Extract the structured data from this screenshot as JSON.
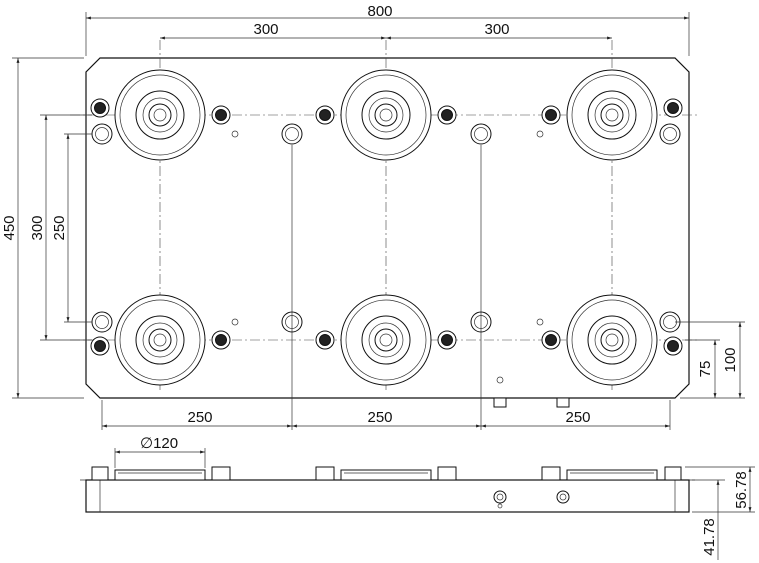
{
  "dimensions": {
    "overall_width": "800",
    "spacing_left": "300",
    "spacing_right": "300",
    "overall_height": "450",
    "row_pitch": "300",
    "pin_pitch": "250",
    "bottom_left": "250",
    "bottom_mid": "250",
    "bottom_right": "250",
    "offset_small": "75",
    "offset_large": "100",
    "diameter": "120",
    "diameter_symbol": "∅",
    "height_total": "56.78",
    "height_plate": "41.78"
  },
  "colors": {
    "line": "#222222",
    "background": "#ffffff"
  }
}
